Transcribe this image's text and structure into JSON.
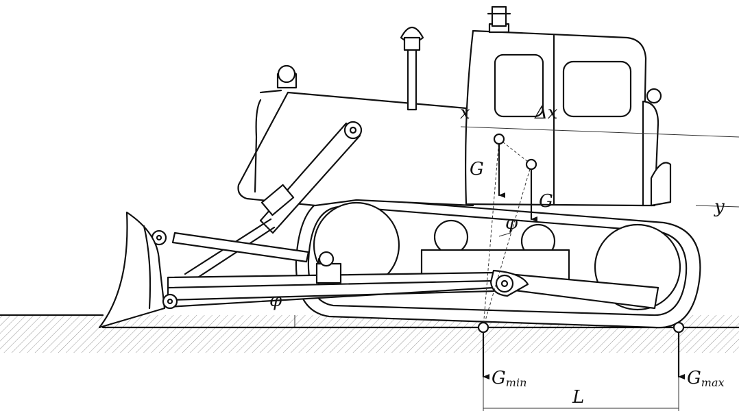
{
  "labels": {
    "x": "x",
    "dx": "Δx",
    "g_upper": "G",
    "g_lower": "G",
    "phi_upper": "φ",
    "phi_lower": "φ",
    "y": "y",
    "g_min_main": "G",
    "g_min_sub": "min",
    "g_max_main": "G",
    "g_max_sub": "max",
    "l": "L"
  },
  "colors": {
    "ink": "#111111",
    "background": "#ffffff"
  }
}
